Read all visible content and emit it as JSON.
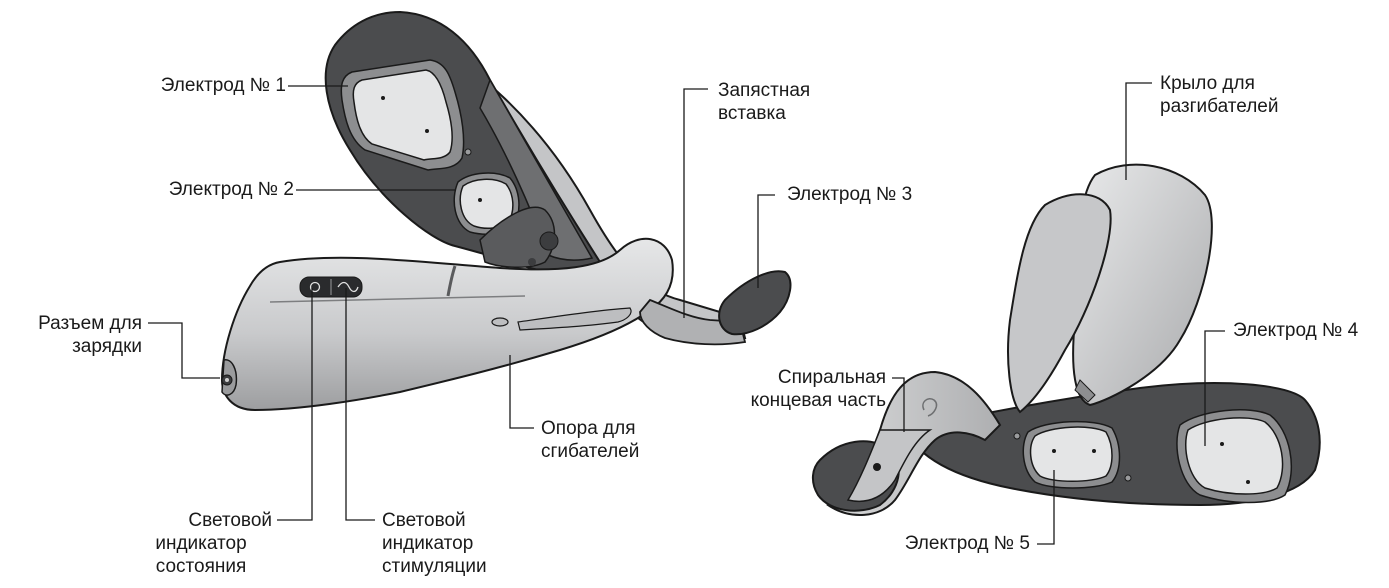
{
  "labels": {
    "electrode_1": "Электрод № 1",
    "electrode_2": "Электрод № 2",
    "electrode_3": "Электрод № 3",
    "electrode_4": "Электрод № 4",
    "electrode_5": "Электрод № 5",
    "wrist_insert": [
      "Запястная",
      "вставка"
    ],
    "extensor_wing": [
      "Крыло для",
      "разгибателей"
    ],
    "charging_port": [
      "Разъем для",
      "зарядки"
    ],
    "flexor_support": [
      "Опора для",
      "сгибателей"
    ],
    "spiral_end": [
      "Спиральная",
      "концевая часть"
    ],
    "status_led": [
      "Световой",
      "индикатор",
      "состояния"
    ],
    "stim_led": [
      "Световой",
      "индикатор",
      "стимуляции"
    ]
  },
  "colors": {
    "shell_light": "#d2d3d5",
    "shell_mid": "#b9babc",
    "shell_dark": "#4b4c4e",
    "electrode_pad": "#e4e5e6",
    "outline": "#1a1a1a"
  }
}
